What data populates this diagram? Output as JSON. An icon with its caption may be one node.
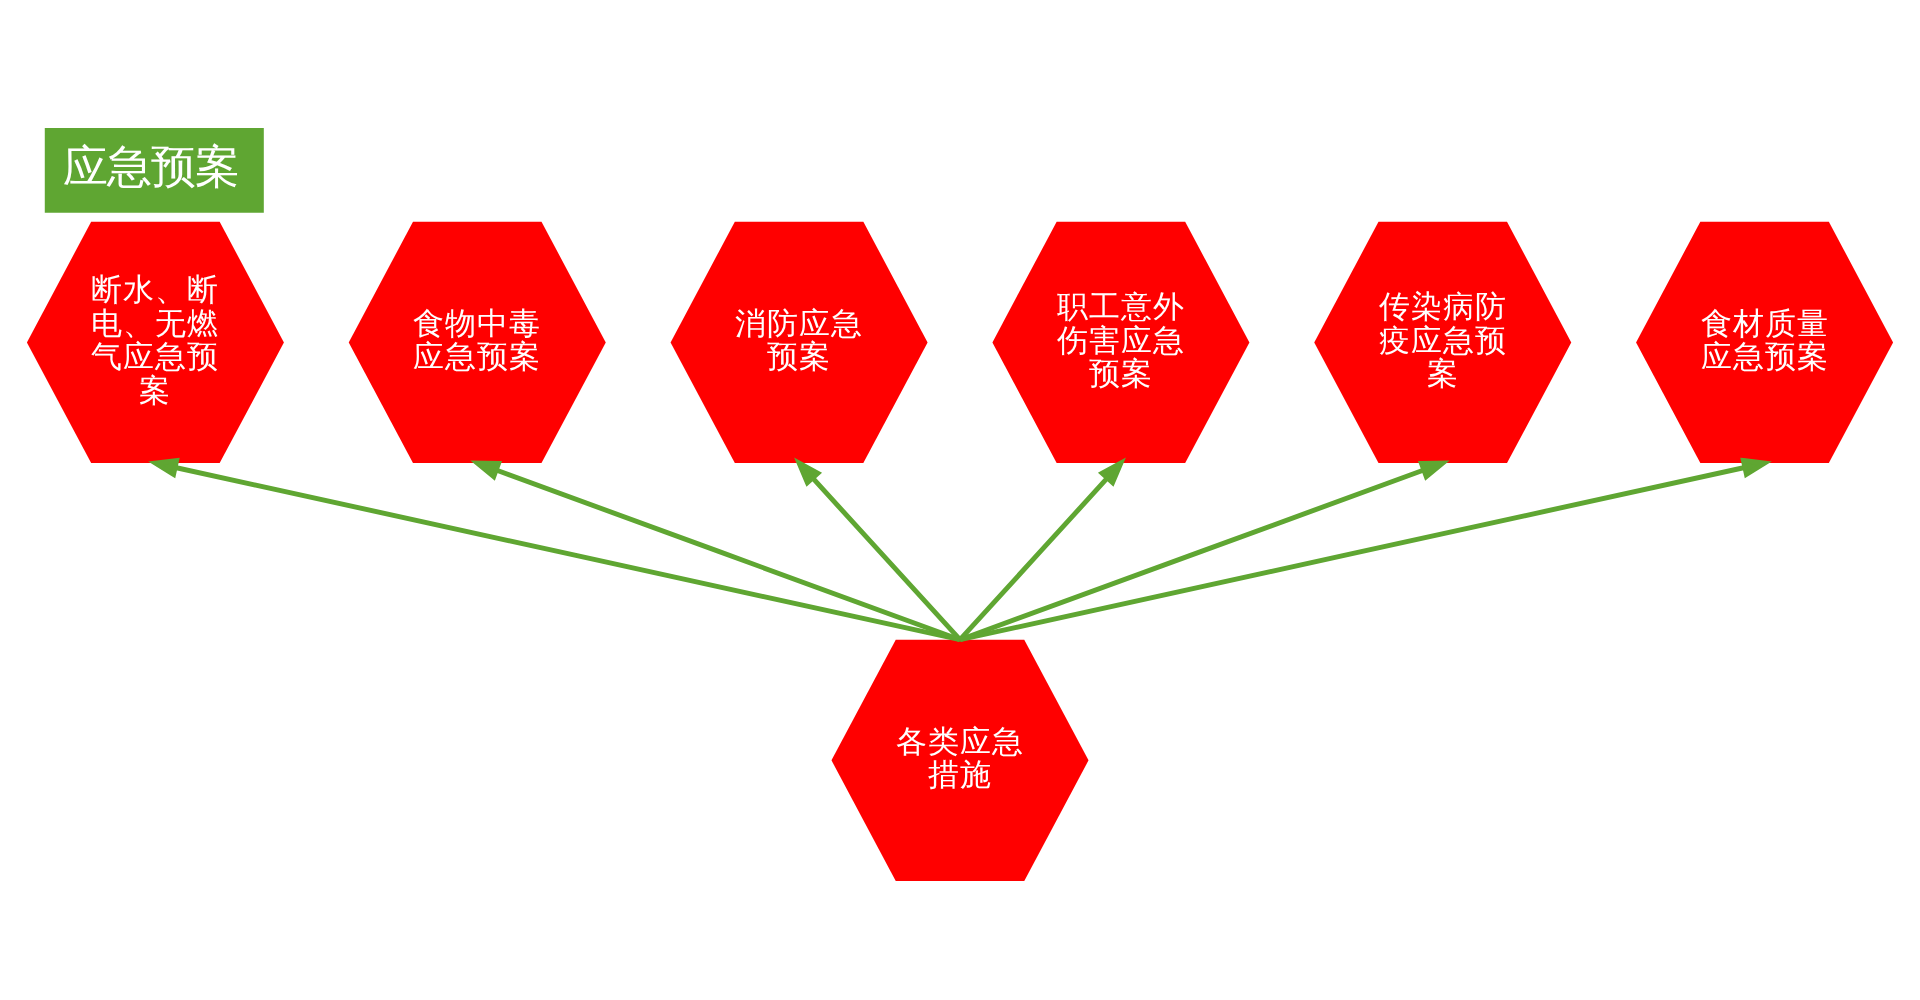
{
  "diagram": {
    "title": "应急预案",
    "nodes": [
      {
        "text": [
          "断水、断电、无燃气应急预案"
        ]
      },
      {
        "text": [
          "食物中毒应急预案"
        ]
      },
      {
        "text": [
          "消防应急预案"
        ]
      },
      {
        "text": [
          "职工意外伤害应急预案"
        ]
      },
      {
        "text": [
          "传染病防疫应急预案"
        ]
      },
      {
        "text": [
          "食材质量应急预案"
        ]
      },
      {
        "text": [
          "各类应急措施"
        ]
      }
    ],
    "edges": [
      {
        "from": 6,
        "to": 0,
        "arrow": "to"
      },
      {
        "from": 6,
        "to": 1,
        "arrow": "to"
      },
      {
        "from": 6,
        "to": 2,
        "arrow": "to"
      },
      {
        "from": 6,
        "to": 3,
        "arrow": "to"
      },
      {
        "from": 6,
        "to": 4,
        "arrow": "to"
      },
      {
        "from": 6,
        "to": 5,
        "arrow": "to"
      }
    ]
  }
}
